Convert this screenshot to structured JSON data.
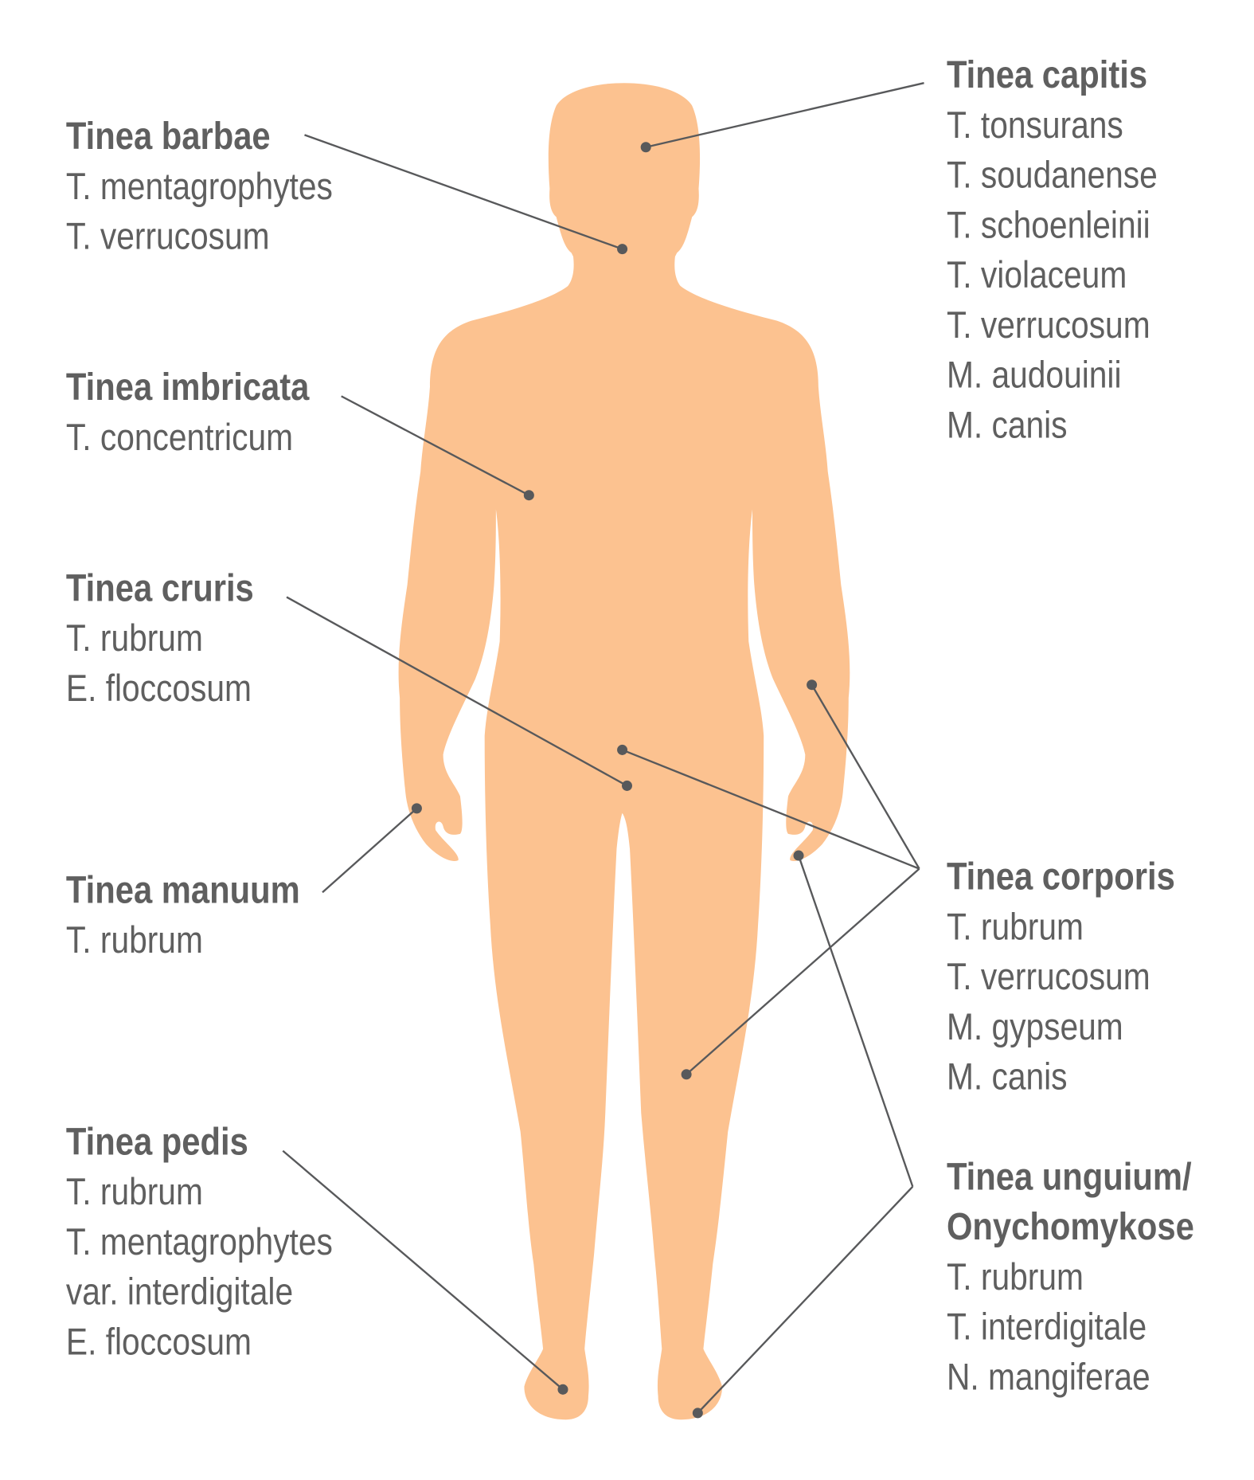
{
  "figure": {
    "description": "Human body silhouette with dermatophyte infection sites",
    "colors": {
      "body": "#FCC290",
      "text": "#5F5F5F",
      "leader": "#58595B",
      "background": "#FFFFFF"
    }
  },
  "labels": {
    "barbae": {
      "title": "Tinea barbae",
      "items": [
        "T. mentagrophytes",
        "T. verrucosum"
      ]
    },
    "imbricata": {
      "title": "Tinea imbricata",
      "items": [
        "T. concentricum"
      ]
    },
    "cruris": {
      "title": "Tinea cruris",
      "items": [
        "T. rubrum",
        "E. floccosum"
      ]
    },
    "manuum": {
      "title": "Tinea manuum",
      "items": [
        "T. rubrum"
      ]
    },
    "pedis": {
      "title": "Tinea pedis",
      "items": [
        "T. rubrum",
        "T. mentagrophytes",
        "var. interdigitale",
        "E. floccosum"
      ]
    },
    "capitis": {
      "title": "Tinea capitis",
      "items": [
        "T. tonsurans",
        "T. soudanense",
        "T. schoenleinii",
        "T. violaceum",
        "T. verrucosum",
        "M. audouinii",
        "M. canis"
      ]
    },
    "corporis": {
      "title": "Tinea corporis",
      "items": [
        "T. rubrum",
        "T. verrucosum",
        "M. gypseum",
        "M. canis"
      ]
    },
    "unguium": {
      "title_line1": "Tinea unguium/",
      "title_line2": "Onychomykose",
      "items": [
        "T. rubrum",
        "T. interdigitale",
        "N. mangiferae"
      ]
    }
  }
}
